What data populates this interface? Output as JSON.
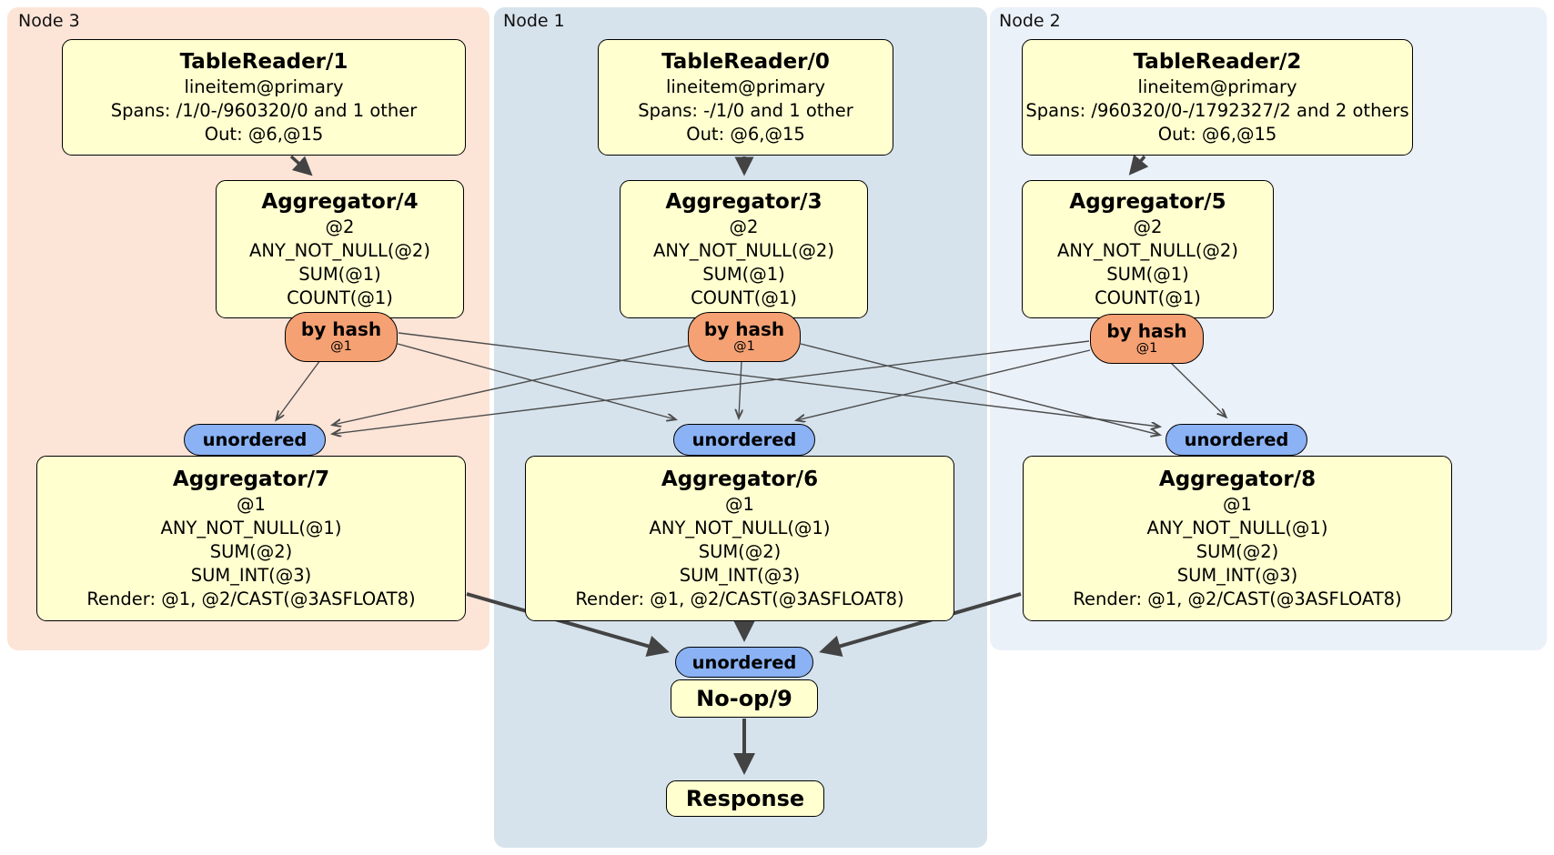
{
  "colors": {
    "node3_background": "#fce4d7",
    "node1_background": "#d6e3ec",
    "node2_background": "#ebf1f9",
    "processor_box_fill": "#ffffd0",
    "by_hash_fill": "#f5a173",
    "unordered_fill": "#8ab2f4",
    "edge_thin": "#4d4d4d",
    "edge_thick": "#434343"
  },
  "node3": {
    "label": "Node 3",
    "table_reader": {
      "title": "TableReader/1",
      "lines": [
        "lineitem@primary",
        "Spans: /1/0-/960320/0 and 1 other",
        "Out: @6,@15"
      ]
    },
    "aggregator_top": {
      "title": "Aggregator/4",
      "lines": [
        "@2",
        "ANY_NOT_NULL(@2)",
        "SUM(@1)",
        "COUNT(@1)"
      ]
    },
    "by_hash": {
      "label": "by hash",
      "detail": "@1"
    },
    "unordered_label": "unordered",
    "aggregator_bottom": {
      "title": "Aggregator/7",
      "lines": [
        "@1",
        "ANY_NOT_NULL(@1)",
        "SUM(@2)",
        "SUM_INT(@3)",
        "Render: @1, @2/CAST(@3ASFLOAT8)"
      ]
    }
  },
  "node1": {
    "label": "Node 1",
    "table_reader": {
      "title": "TableReader/0",
      "lines": [
        "lineitem@primary",
        "Spans: -/1/0 and 1 other",
        "Out: @6,@15"
      ]
    },
    "aggregator_top": {
      "title": "Aggregator/3",
      "lines": [
        "@2",
        "ANY_NOT_NULL(@2)",
        "SUM(@1)",
        "COUNT(@1)"
      ]
    },
    "by_hash": {
      "label": "by hash",
      "detail": "@1"
    },
    "unordered_label": "unordered",
    "aggregator_bottom": {
      "title": "Aggregator/6",
      "lines": [
        "@1",
        "ANY_NOT_NULL(@1)",
        "SUM(@2)",
        "SUM_INT(@3)",
        "Render: @1, @2/CAST(@3ASFLOAT8)"
      ]
    },
    "final": {
      "unordered_label": "unordered",
      "noop_title": "No-op/9",
      "response_title": "Response"
    }
  },
  "node2": {
    "label": "Node 2",
    "table_reader": {
      "title": "TableReader/2",
      "lines": [
        "lineitem@primary",
        "Spans: /960320/0-/1792327/2 and 2 others",
        "Out: @6,@15"
      ]
    },
    "aggregator_top": {
      "title": "Aggregator/5",
      "lines": [
        "@2",
        "ANY_NOT_NULL(@2)",
        "SUM(@1)",
        "COUNT(@1)"
      ]
    },
    "by_hash": {
      "label": "by hash",
      "detail": "@1"
    },
    "unordered_label": "unordered",
    "aggregator_bottom": {
      "title": "Aggregator/8",
      "lines": [
        "@1",
        "ANY_NOT_NULL(@1)",
        "SUM(@2)",
        "SUM_INT(@3)",
        "Render: @1, @2/CAST(@3ASFLOAT8)"
      ]
    }
  }
}
